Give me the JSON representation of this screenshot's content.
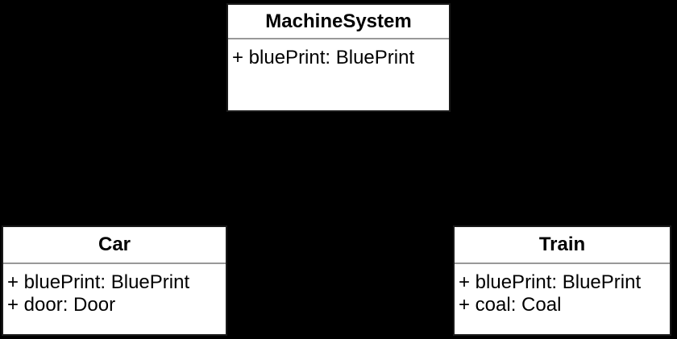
{
  "diagram": {
    "type": "uml-class-diagram",
    "colors": {
      "background": "#000000",
      "node_fill": "#ffffff",
      "node_border": "#1a1a1a",
      "separator": "#999999",
      "text": "#000000"
    },
    "classes": [
      {
        "name": "MachineSystem",
        "attributes": [
          "+ bluePrint: BluePrint"
        ]
      },
      {
        "name": "Car",
        "attributes": [
          "+ bluePrint: BluePrint",
          "+ door: Door"
        ]
      },
      {
        "name": "Train",
        "attributes": [
          "+ bluePrint: BluePrint",
          "+ coal: Coal"
        ]
      }
    ]
  }
}
